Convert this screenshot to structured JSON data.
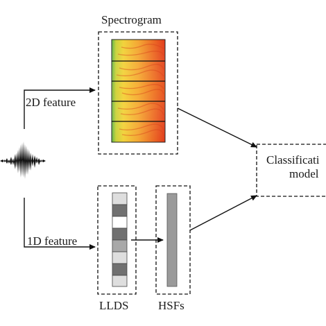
{
  "diagram": {
    "spectrogram_label": "Spectrogram",
    "feature_2d_label": "2D feature",
    "feature_1d_label": "1D feature",
    "llds_label": "LLDS",
    "hsfs_label": "HSFs",
    "classification_label_line1": "Classificati",
    "classification_label_line2": "model"
  },
  "colors": {
    "line": "#111111",
    "hsf_bar": "#9a9a9a",
    "llds_dark": "#707070",
    "llds_mid": "#a8a8a8",
    "llds_light": "#dedede",
    "spectrogram_warm": "#e8401c",
    "spectrogram_yellow": "#f2d23a",
    "spectrogram_green": "#5fb54a"
  },
  "llds_cells": [
    "light",
    "dark",
    "white",
    "dark",
    "mid",
    "light",
    "dark",
    "light"
  ]
}
